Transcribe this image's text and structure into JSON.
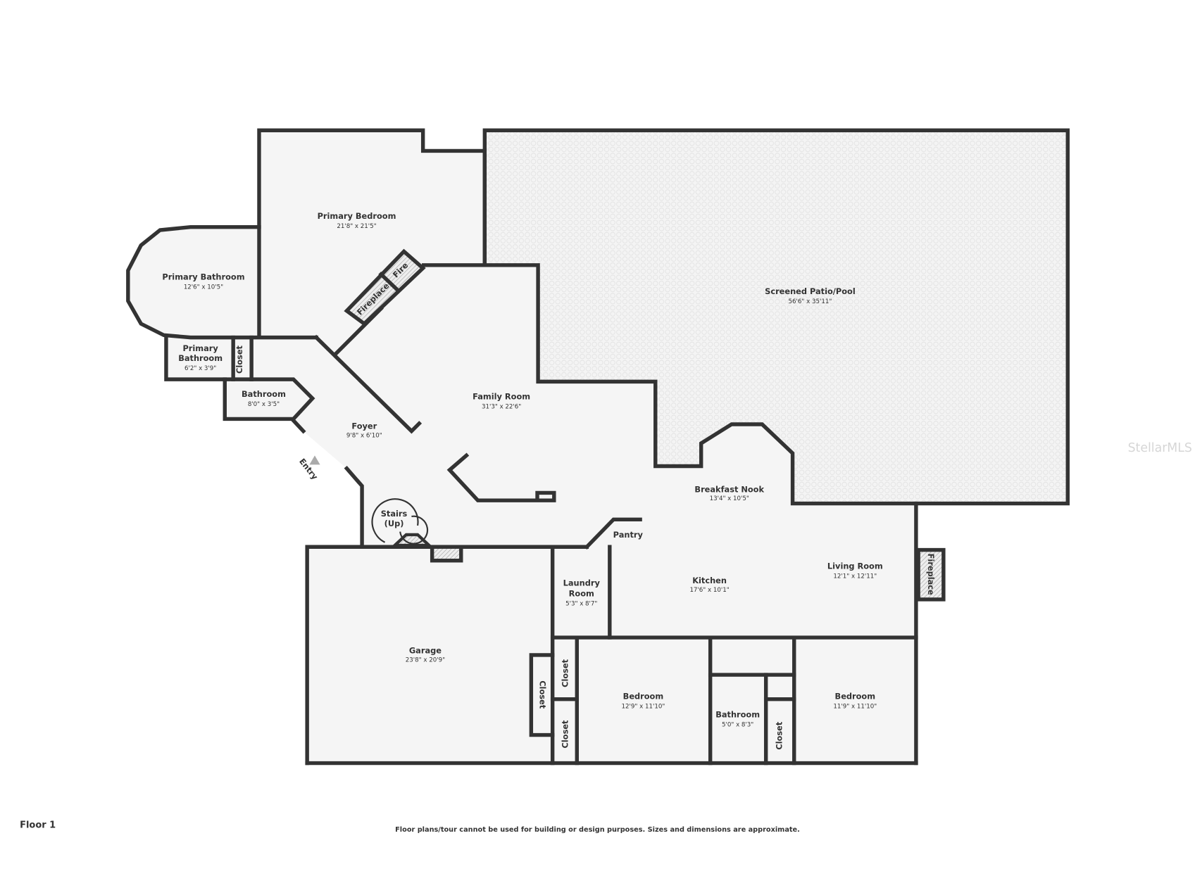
{
  "floor_label": "Floor 1",
  "disclaimer": "Floor plans/tour cannot be used for building or design purposes. Sizes and dimensions are approximate.",
  "watermark": "StellarMLS",
  "colors": {
    "wall": "#333333",
    "floor": "#f5f5f5",
    "background": "#ffffff"
  },
  "rooms": {
    "primary_bedroom": {
      "name": "Primary Bedroom",
      "dims": "21'8\" x 21'5\""
    },
    "screened_patio": {
      "name": "Screened Patio/Pool",
      "dims": "56'6\" x 35'11\""
    },
    "primary_bathroom": {
      "name": "Primary Bathroom",
      "dims": "12'6\" x 10'5\""
    },
    "primary_bathroom_small": {
      "name_line1": "Primary",
      "name_line2": "Bathroom",
      "dims": "6'2\" x 3'9\""
    },
    "bathroom_foyer": {
      "name": "Bathroom",
      "dims": "8'0\" x 3'5\""
    },
    "foyer": {
      "name": "Foyer",
      "dims": "9'8\" x 6'10\""
    },
    "family_room": {
      "name": "Family Room",
      "dims": "31'3\" x 22'6\""
    },
    "breakfast_nook": {
      "name": "Breakfast Nook",
      "dims": "13'4\" x 10'5\""
    },
    "kitchen": {
      "name": "Kitchen",
      "dims": "17'6\" x 10'1\""
    },
    "living_room": {
      "name": "Living Room",
      "dims": "12'1\" x 12'11\""
    },
    "laundry": {
      "name_line1": "Laundry",
      "name_line2": "Room",
      "dims": "5'3\" x 8'7\""
    },
    "garage": {
      "name": "Garage",
      "dims": "23'8\" x 20'9\""
    },
    "bedroom_1": {
      "name": "Bedroom",
      "dims": "12'9\" x 11'10\""
    },
    "bathroom_hall": {
      "name": "Bathroom",
      "dims": "5'0\" x 8'3\""
    },
    "bedroom_2": {
      "name": "Bedroom",
      "dims": "11'9\" x 11'10\""
    },
    "pantry": {
      "name": "Pantry"
    }
  },
  "labels": {
    "closet": "Closet",
    "fireplace": "Fireplace",
    "fire": "Fire",
    "entry": "Entry",
    "stairs_line1": "Stairs",
    "stairs_line2": "(Up)"
  }
}
